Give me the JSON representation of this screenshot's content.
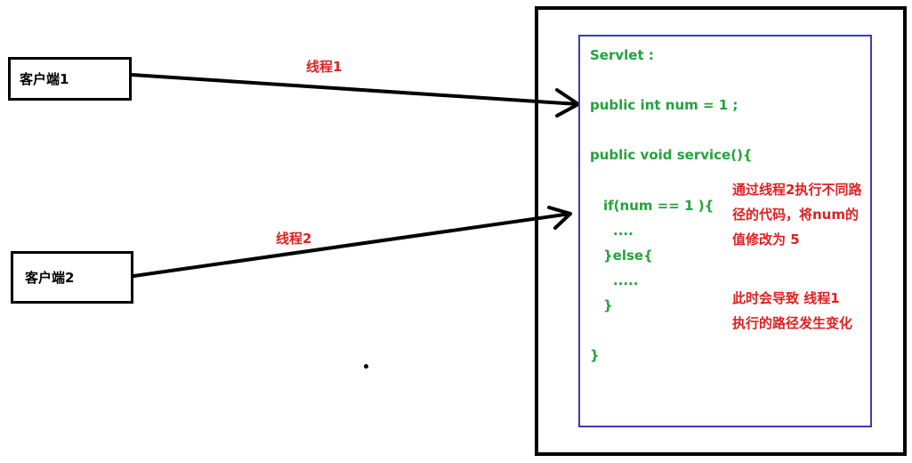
{
  "clients": {
    "client1": "客户端1",
    "client2": "客户端2"
  },
  "threads": {
    "thread1": "线程1",
    "thread2": "线程2"
  },
  "servlet": {
    "title": "Servlet :",
    "field": "public int num = 1 ;",
    "method": "public void service(){",
    "if_line": "if(num == 1 ){",
    "dots1": "....",
    "else_line": "}else{",
    "dots2": ".....",
    "close_inner": "}",
    "close_outer": "}"
  },
  "notes": {
    "note1_line1": "通过线程2执行不同路",
    "note1_line2": "径的代码，将num的",
    "note1_line3": "值修改为 5",
    "note2_line1": "此时会导致 线程1",
    "note2_line2": "执行的路径发生变化"
  },
  "colors": {
    "code": "#22a33a",
    "annotation": "#e02020",
    "servlet_border": "#3b3bbd",
    "outline": "#000000"
  }
}
